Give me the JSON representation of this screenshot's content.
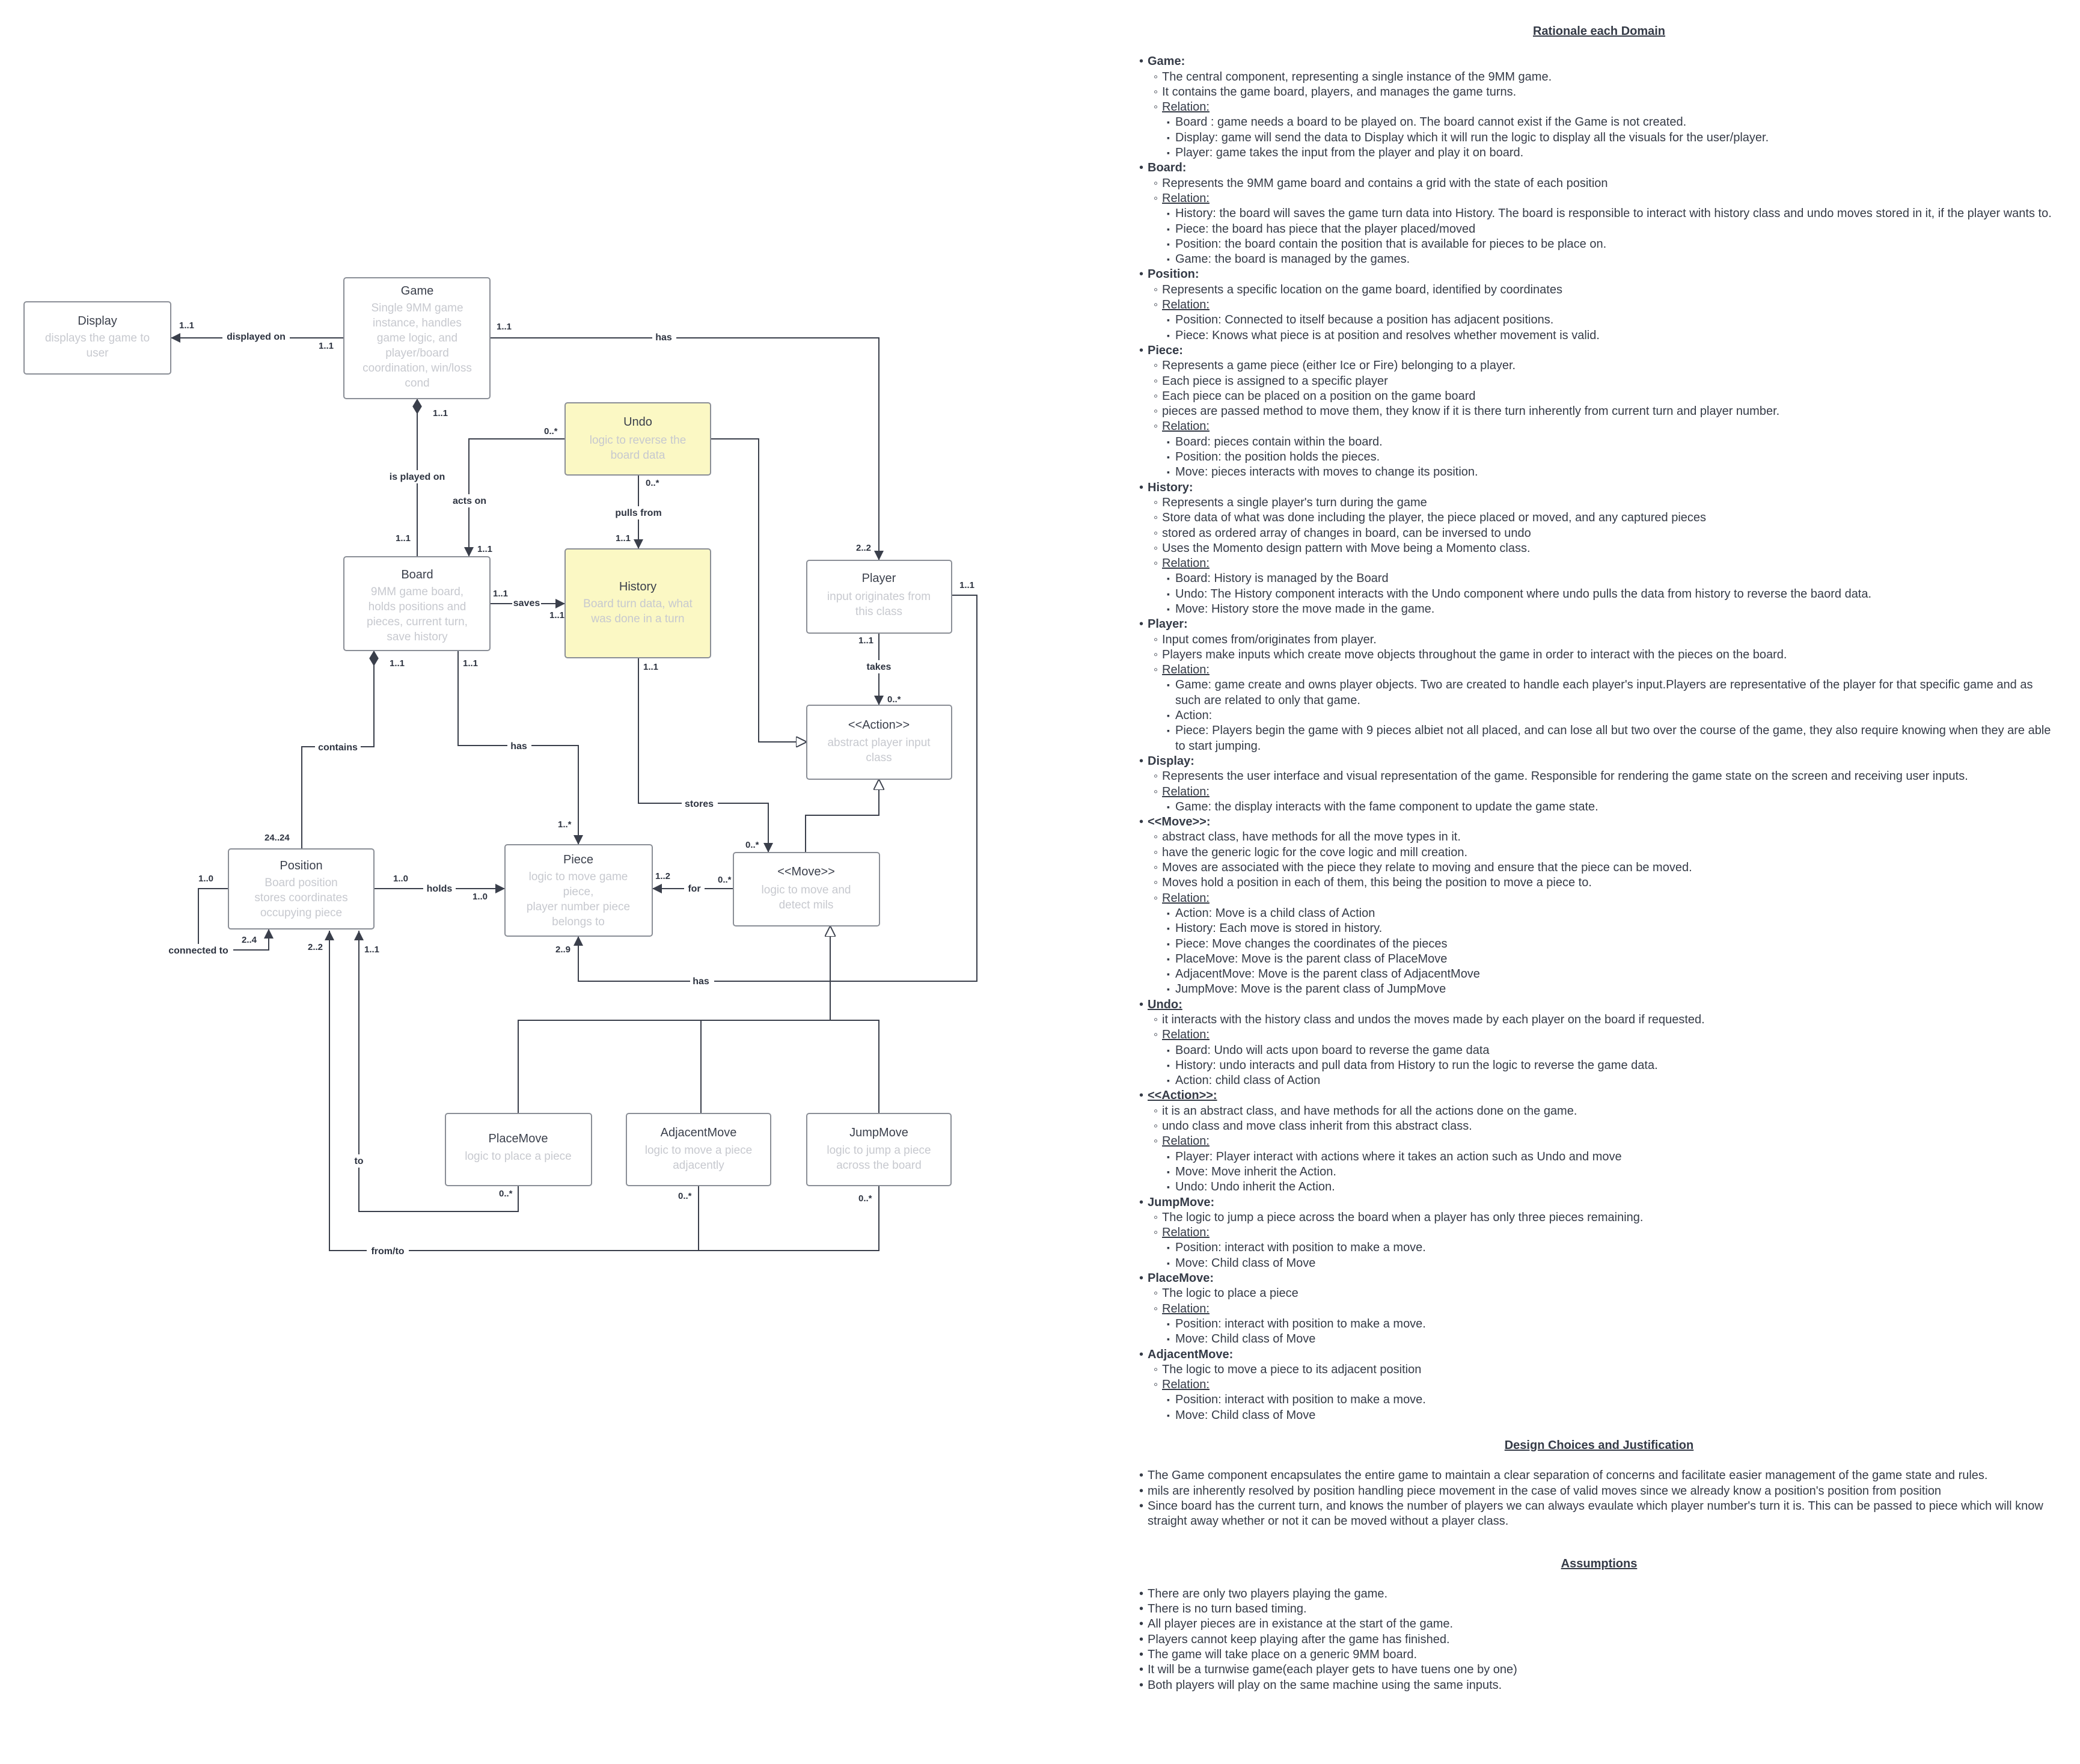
{
  "diagram": {
    "nodes": {
      "display": {
        "title": "Display",
        "desc": [
          "displays the  game to",
          "user"
        ]
      },
      "game": {
        "title": "Game",
        "desc": [
          "Single 9MM game",
          "instance, handles",
          "game logic, and",
          "player/board",
          "coordination, win/loss",
          "cond"
        ]
      },
      "undo": {
        "title": "Undo",
        "desc": [
          "logic to reverse the",
          "board data"
        ]
      },
      "board": {
        "title": "Board",
        "desc": [
          "9MM game board,",
          "holds positions and",
          "pieces, current turn,",
          "save history"
        ]
      },
      "history": {
        "title": "History",
        "desc": [
          "Board turn data, what",
          "was done in a turn"
        ]
      },
      "player": {
        "title": "Player",
        "desc": [
          "input originates from",
          "this class"
        ]
      },
      "action": {
        "title": "<<Action>>",
        "desc": [
          "abstract player input",
          "class"
        ]
      },
      "position": {
        "title": "Position",
        "desc": [
          "Board position",
          "stores coordinates",
          "occupying piece"
        ]
      },
      "piece": {
        "title": "Piece",
        "desc": [
          "logic to move game",
          "piece,",
          "player number piece",
          "belongs to"
        ]
      },
      "move": {
        "title": "<<Move>>",
        "desc": [
          "logic to move and",
          "detect mils"
        ]
      },
      "placemove": {
        "title": "PlaceMove",
        "desc": [
          "logic to place a piece"
        ]
      },
      "adjacentmove": {
        "title": "AdjacentMove",
        "desc": [
          "logic to move a piece",
          "adjacently"
        ]
      },
      "jumpmove": {
        "title": "JumpMove",
        "desc": [
          "logic to jump a piece",
          "across the board"
        ]
      }
    },
    "edge_labels": {
      "displayed_on": "displayed on",
      "has_player": "has",
      "is_played_on": "is played on",
      "acts_on": "acts on",
      "pulls_from": "pulls from",
      "saves": "saves",
      "takes": "takes",
      "contains": "contains",
      "has_piece": "has",
      "stores": "stores",
      "holds": "holds",
      "for": "for",
      "connected_to": "connected to",
      "has_bottom": "has",
      "to": "to",
      "from_to": "from/to"
    },
    "multiplicities": {
      "display_game": "1..1",
      "game_display": "1..1",
      "game_player": "1..1",
      "game_board": "1..1",
      "undo_board": "0..*",
      "undo_history": "0..*",
      "board_undo": "1..1",
      "board_game": "1..1",
      "history_undo": "1..1",
      "board_history": "1..1",
      "history_board": "1..1",
      "player_game": "2..2",
      "player_right": "1..1",
      "player_takes": "1..1",
      "action_takes": "0..*",
      "board_position": "1..1",
      "board_piece": "1..1",
      "history_stores": "1..1",
      "position_board": "24..24",
      "piece_board": "1..*",
      "move_history": "0..*",
      "position_self_top": "1..0",
      "position_self_bottom": "2..4",
      "position_holds": "1..0",
      "piece_holds": "1..0",
      "piece_for": "1..2",
      "move_for": "0..*",
      "position_from": "2..2",
      "position_to": "1..1",
      "piece_has": "2..9",
      "placemove_mult": "0..*",
      "adjacentmove_mult": "0..*",
      "jumpmove_mult": "0..*"
    }
  },
  "rationale": {
    "title": "Rationale  each Domain",
    "items": [
      {
        "level": 0,
        "text": "Game:",
        "style": "domain"
      },
      {
        "level": 1,
        "text": "The central component, representing a single instance of the 9MM game."
      },
      {
        "level": 1,
        "text": "It contains the game board, players, and manages the game turns."
      },
      {
        "level": 1,
        "text": "Relation:",
        "style": "rel"
      },
      {
        "level": 2,
        "text": "Board : game needs a board to be played on. The board cannot exist if the Game is not created."
      },
      {
        "level": 2,
        "text": "Display:  game will send the data to Display which it will run the logic to display all the visuals for the user/player."
      },
      {
        "level": 2,
        "text": "Player: game takes the input from the player and play it on board."
      },
      {
        "level": 0,
        "text": "Board:",
        "style": "domain"
      },
      {
        "level": 1,
        "text": "Represents the 9MM game board and contains a grid with the state of each position"
      },
      {
        "level": 1,
        "text": "Relation:",
        "style": "rel"
      },
      {
        "level": 2,
        "text": "History: the board will saves the game turn data into History. The board is responsible to interact with history class and undo moves stored in it, if the player wants to."
      },
      {
        "level": 2,
        "text": "Piece: the board has piece that the player placed/moved"
      },
      {
        "level": 2,
        "text": "Position: the board contain the position that is available for pieces to be place on."
      },
      {
        "level": 2,
        "text": "Game: the board is managed by the games."
      },
      {
        "level": 0,
        "text": "Position:",
        "style": "domain"
      },
      {
        "level": 1,
        "text": "Represents a specific location on the game board, identified by coordinates"
      },
      {
        "level": 1,
        "text": "Relation:",
        "style": "rel"
      },
      {
        "level": 2,
        "text": "Position: Connected to itself because a position has adjacent positions."
      },
      {
        "level": 2,
        "text": "Piece: Knows what piece is at position and resolves whether movement is valid."
      },
      {
        "level": 0,
        "text": "Piece:",
        "style": "domain"
      },
      {
        "level": 1,
        "text": "Represents a game piece (either Ice or Fire) belonging to a player."
      },
      {
        "level": 1,
        "text": "Each piece is assigned to a specific player"
      },
      {
        "level": 1,
        "text": "Each piece can be placed on a position on the game board"
      },
      {
        "level": 1,
        "text": "pieces are passed method to move them, they know  if it is there turn inherently from current turn and player number."
      },
      {
        "level": 1,
        "text": "Relation:",
        "style": "rel"
      },
      {
        "level": 2,
        "text": "Board: pieces contain within the board."
      },
      {
        "level": 2,
        "text": "Position: the position holds the pieces."
      },
      {
        "level": 2,
        "text": "Move: pieces interacts with moves to change its position."
      },
      {
        "level": 0,
        "text": "History:",
        "style": "domain"
      },
      {
        "level": 1,
        "text": "Represents a single player's turn during the game"
      },
      {
        "level": 1,
        "text": "Store data  of what was done including the player, the piece placed or moved, and any captured pieces"
      },
      {
        "level": 1,
        "text": "stored as ordered array of changes in board, can be inversed to undo"
      },
      {
        "level": 1,
        "text": "Uses the Momento design pattern with Move being a Momento class."
      },
      {
        "level": 1,
        "text": "Relation:",
        "style": "rel"
      },
      {
        "level": 2,
        "text": "Board: History is managed by the Board"
      },
      {
        "level": 2,
        "text": "Undo: The History component interacts with the Undo component where undo pulls the data from history to reverse the baord data."
      },
      {
        "level": 2,
        "text": "Move: History store the move made in the game."
      },
      {
        "level": 0,
        "text": "Player:",
        "style": "domain"
      },
      {
        "level": 1,
        "text": "Input comes from/originates from player."
      },
      {
        "level": 1,
        "text": "Players make inputs which create move objects throughout the game in order to interact with the pieces on the board."
      },
      {
        "level": 1,
        "text": "Relation:",
        "style": "rel"
      },
      {
        "level": 2,
        "text": "Game: game create and owns player objects. Two are created to handle each player's input.Players are representative of the player for that specific game and as such are related to only that game."
      },
      {
        "level": 2,
        "text": "Action:"
      },
      {
        "level": 2,
        "text": "Piece: Players begin the game with 9 pieces albiet not all placed, and can lose all but two over the course of the game, they also require knowing when they are able to start jumping."
      },
      {
        "level": 0,
        "text": "Display:",
        "style": "domain"
      },
      {
        "level": 1,
        "text": "Represents the user interface and visual representation of the game. Responsible for rendering the game state on the screen and receiving user inputs."
      },
      {
        "level": 1,
        "text": "Relation:",
        "style": "rel"
      },
      {
        "level": 2,
        "text": "Game: the display interacts with the fame component to update the game state."
      },
      {
        "level": 0,
        "text": "<<Move>>:",
        "style": "domain"
      },
      {
        "level": 1,
        "text": "abstract class, have methods for all the move types in it."
      },
      {
        "level": 1,
        "text": "have the generic logic for the cove logic and mill creation."
      },
      {
        "level": 1,
        "text": "Moves are associated with the piece they relate to moving and ensure that the piece can be moved."
      },
      {
        "level": 1,
        "text": "Moves hold a position in each of them, this being the position to move a piece to."
      },
      {
        "level": 1,
        "text": "Relation:",
        "style": "rel"
      },
      {
        "level": 2,
        "text": "Action: Move is a child class of Action"
      },
      {
        "level": 2,
        "text": "History: Each move is stored in history."
      },
      {
        "level": 2,
        "text": "Piece: Move changes the coordinates of the pieces"
      },
      {
        "level": 2,
        "text": "PlaceMove: Move is the parent class of PlaceMove"
      },
      {
        "level": 2,
        "text": "AdjacentMove: Move is the parent class of AdjacentMove"
      },
      {
        "level": 2,
        "text": "JumpMove: Move is the parent class of JumpMove"
      },
      {
        "level": 0,
        "text": "Undo:",
        "style": "domain-u"
      },
      {
        "level": 1,
        "text": "it interacts with the history class and undos the moves made by each player on the board if requested."
      },
      {
        "level": 1,
        "text": "Relation:",
        "style": "rel"
      },
      {
        "level": 2,
        "text": "Board: Undo will acts upon board to reverse the game data"
      },
      {
        "level": 2,
        "text": "History: undo interacts and pull data from History to run the logic to reverse the game data."
      },
      {
        "level": 2,
        "text": "Action:  child class of Action"
      },
      {
        "level": 0,
        "text": "<<Action>>:",
        "style": "domain-u"
      },
      {
        "level": 1,
        "text": "it is an abstract class, and have methods for all the actions done on the game."
      },
      {
        "level": 1,
        "text": "undo class and move class inherit from this abstract class."
      },
      {
        "level": 1,
        "text": "Relation:",
        "style": "rel"
      },
      {
        "level": 2,
        "text": "Player: Player interact with actions where it takes an action such as Undo and move"
      },
      {
        "level": 2,
        "text": "Move: Move inherit the Action."
      },
      {
        "level": 2,
        "text": "Undo: Undo inherit the Action."
      },
      {
        "level": 0,
        "text": "JumpMove:",
        "style": "domain"
      },
      {
        "level": 1,
        "text": "The logic to jump a piece across the board when a player has only three pieces remaining."
      },
      {
        "level": 1,
        "text": "Relation:",
        "style": "rel"
      },
      {
        "level": 2,
        "text": "Position: interact with position to make a move."
      },
      {
        "level": 2,
        "text": "Move: Child class of Move"
      },
      {
        "level": 0,
        "text": "PlaceMove:",
        "style": "domain"
      },
      {
        "level": 1,
        "text": "The logic to place a piece"
      },
      {
        "level": 1,
        "text": "Relation:",
        "style": "rel"
      },
      {
        "level": 2,
        "text": "Position: interact with position to make a move."
      },
      {
        "level": 2,
        "text": "Move: Child class of Move"
      },
      {
        "level": 0,
        "text": "AdjacentMove:",
        "style": "domain"
      },
      {
        "level": 1,
        "text": "The logic to move a piece to its adjacent position"
      },
      {
        "level": 1,
        "text": "Relation:",
        "style": "rel"
      },
      {
        "level": 2,
        "text": "Position: interact with position to make a move."
      },
      {
        "level": 2,
        "text": "Move: Child class of Move"
      }
    ]
  },
  "design": {
    "title": "Design Choices and Justification",
    "items": [
      "The Game component encapsulates the entire game to maintain a clear separation of concerns and facilitate easier management of the game state and rules.",
      "mils are inherently resolved by position handling piece movement in the case of valid moves since we already know a position's position from position",
      "Since board has the current turn, and knows the number of players we can always evaulate which player number's turn it is. This can be passed to piece which will know straight away whether or not it can be moved without a player class."
    ]
  },
  "assumptions": {
    "title": "Assumptions",
    "items": [
      "There are only two players playing the game.",
      "There is no turn based timing.",
      "All player pieces are in existance at the start of the game.",
      "Players cannot keep playing after the game has finished.",
      "The game  will take place on a generic 9MM board.",
      "It will be a turnwise game(each player gets to have tuens one by one)",
      "Both players will play on the same machine using the same inputs."
    ]
  },
  "colors": {
    "node_fill": "#ffffff",
    "highlight_fill": "#fbf8c4",
    "stroke": "#8a8e96",
    "line": "#3a3f4b",
    "desc_text": "#c7c9cf"
  }
}
